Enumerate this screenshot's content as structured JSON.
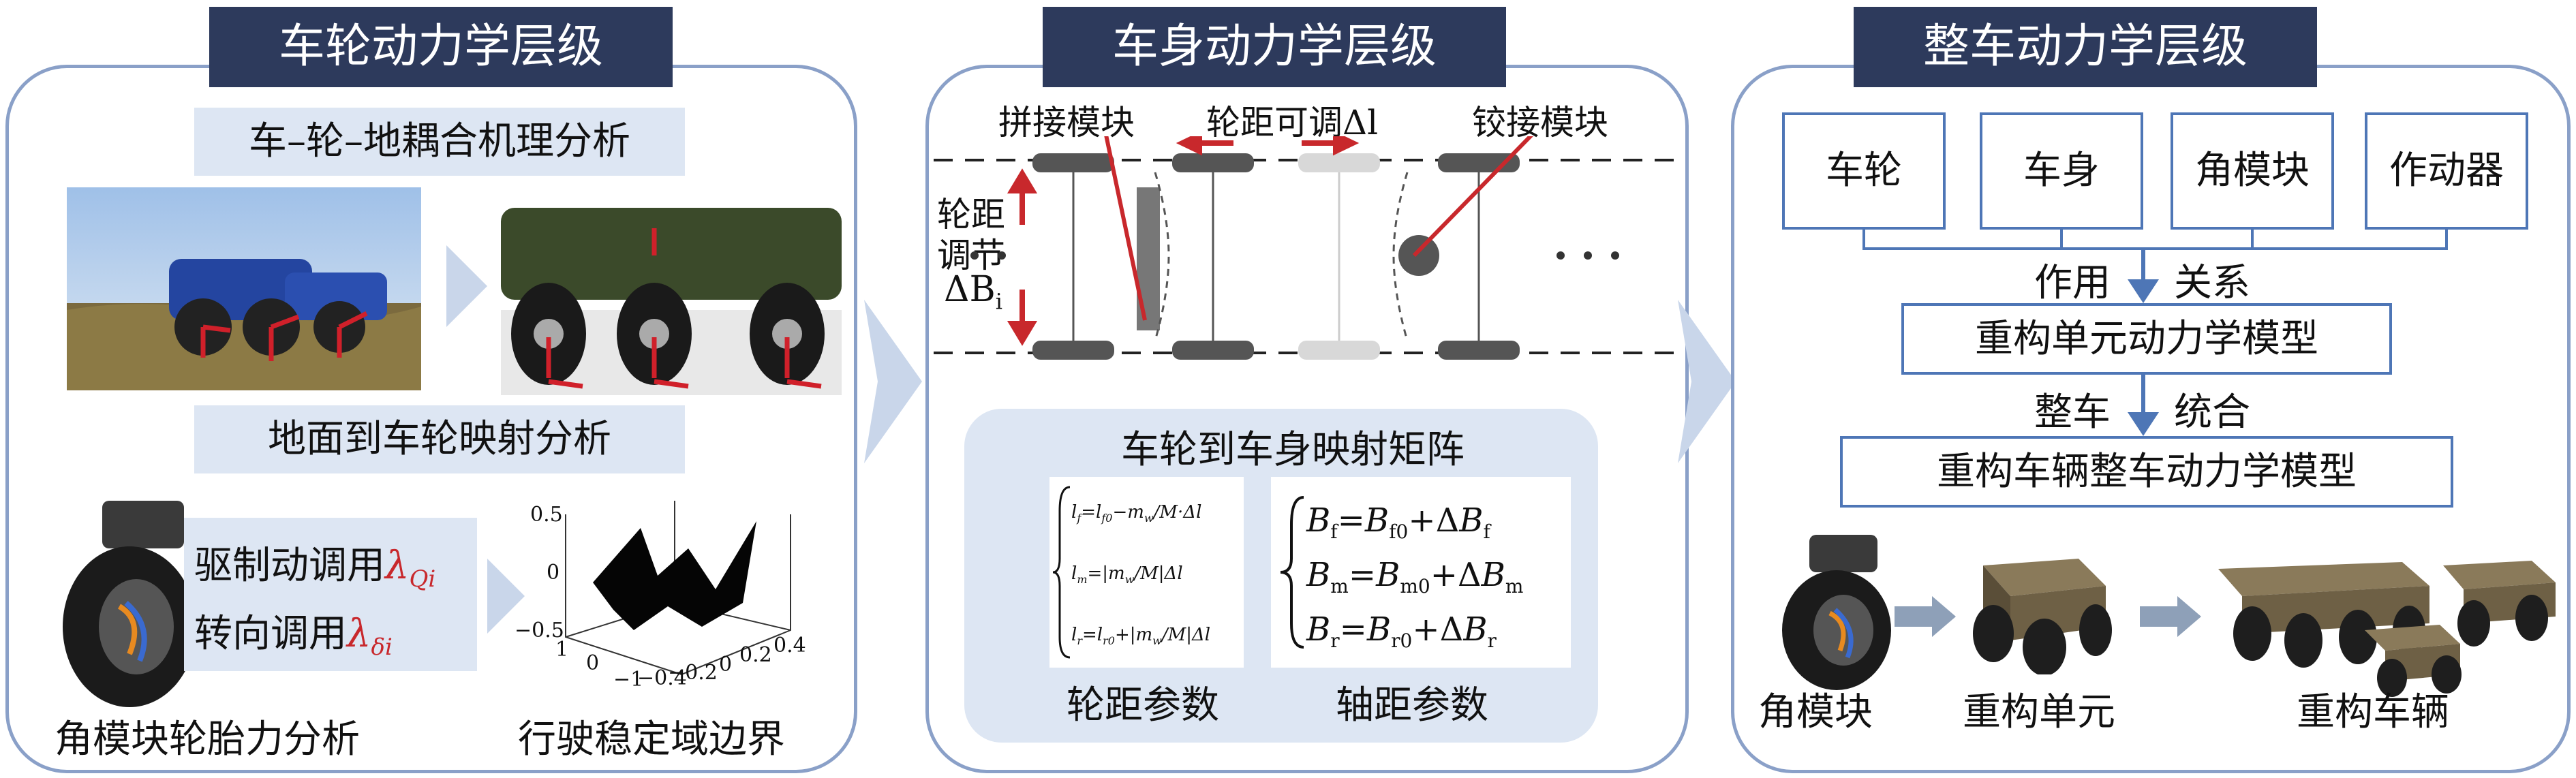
{
  "panels": {
    "left": {
      "title": "车轮动力学层级",
      "sub1": "车–轮–地耦合机理分析",
      "sub2": "地面到车轮映射分析",
      "drive_label": "驱制动调用",
      "drive_symbol": "λ",
      "drive_subscript": "Qi",
      "steer_label": "转向调用",
      "steer_symbol": "λ",
      "steer_subscript": "δi",
      "caption_corner": "角模块轮胎力分析",
      "caption_plot": "行驶稳定域边界"
    },
    "middle": {
      "title": "车身动力学层级",
      "splice_label": "拼接模块",
      "track_label": "轮距可调Δl",
      "hinge_label": "铰接模块",
      "wheelbase_label_1": "轮距",
      "wheelbase_label_2": "调节",
      "wheelbase_symbol": "ΔB",
      "wheelbase_subscript": "i",
      "matrix_title": "车轮到车身映射矩阵",
      "track_param": "轮距参数",
      "axle_param": "轴距参数"
    },
    "right": {
      "title": "整车动力学层级",
      "components": [
        "车轮",
        "车身",
        "角模块",
        "作动器"
      ],
      "relation_left": "作用",
      "relation_right": "关系",
      "unit_model": "重构单元动力学模型",
      "integrate_left": "整车",
      "integrate_right": "统合",
      "vehicle_model": "重构车辆整车动力学模型",
      "caption_corner": "角模块",
      "caption_unit": "重构单元",
      "caption_vehicle": "重构车辆"
    }
  },
  "stability_plot": {
    "type": "surface",
    "z_ticks": [
      "0.5",
      "0",
      "−0.5"
    ],
    "x_ticks": [
      "1",
      "0",
      "−1"
    ],
    "y_ticks": [
      "−0.4",
      "−0.2",
      "0",
      "0.2",
      "0.4"
    ]
  },
  "colors": {
    "title_bg": "#2d3a5c",
    "panel_border": "#8aa0c8",
    "sub_bg": "#dde6f3",
    "box_border": "#4e76b6",
    "arrow_red": "#c8282c"
  }
}
